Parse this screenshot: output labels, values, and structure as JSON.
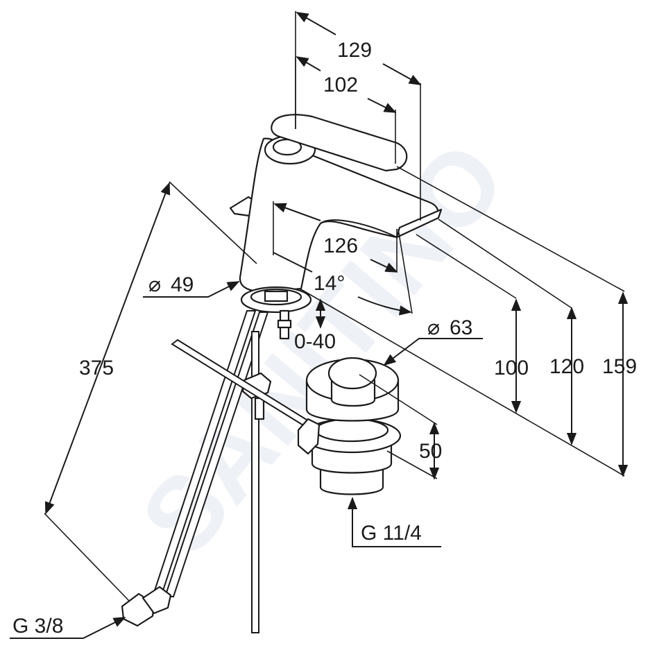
{
  "watermark": "SANITINO",
  "dimensions": {
    "d129": "129",
    "d102": "102",
    "d126": "126",
    "angle": "14°",
    "dia49": "49",
    "adjust": "0-40",
    "dia63": "63",
    "h100": "100",
    "h120": "120",
    "h159": "159",
    "h50": "50",
    "hose375": "375",
    "thread_waste": "G 11/4",
    "thread_hose": "G 3/8"
  },
  "symbols": {
    "diameter": "⌀"
  },
  "colors": {
    "ink": "#1a1a1a",
    "watermark": "#eef1f6",
    "background": "#ffffff"
  }
}
